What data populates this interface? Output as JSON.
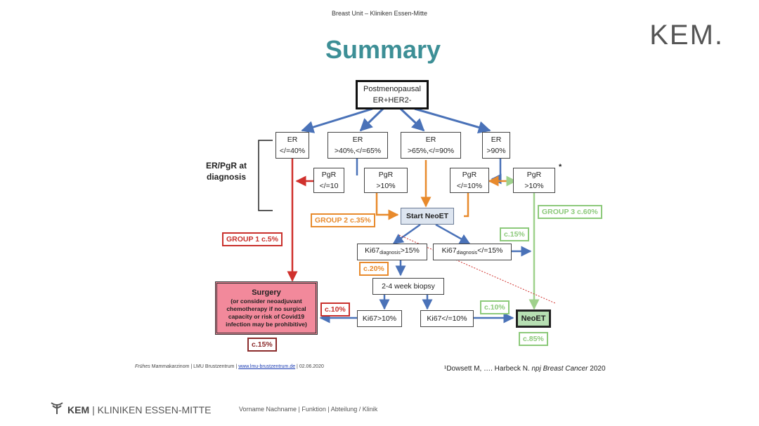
{
  "header": {
    "text": "Breast Unit – Kliniken Essen-Mitte"
  },
  "title": "Summary",
  "brand": "KEM.",
  "side_label": "ER/PgR at diagnosis",
  "nodes": {
    "root": [
      "Postmenopausal",
      "ER+HER2-"
    ],
    "er1": [
      "ER",
      "</=40%"
    ],
    "er2": [
      "ER",
      ">40%,</=65%"
    ],
    "er3": [
      "ER",
      ">65%,</=90%"
    ],
    "er4": [
      "ER",
      ">90%"
    ],
    "pgr1": [
      "PgR",
      "</=10"
    ],
    "pgr2": [
      "PgR",
      ">10%"
    ],
    "pgr3": [
      "PgR",
      "</=10%"
    ],
    "pgr4": [
      "PgR",
      ">10%"
    ],
    "start": "Start NeoET",
    "ki_high_prefix": "Ki67",
    "ki_high_sub": "diagnosis",
    "ki_high_suffix": ">15%",
    "ki_low_prefix": "Ki67",
    "ki_low_sub": "diagnosis",
    "ki_low_suffix": "</=15%",
    "biopsy": "2-4 week biopsy",
    "ki_gt10": "Ki67>10%",
    "ki_le10": "Ki67</=10%",
    "neoet": "NeoET",
    "surgery_title": "Surgery",
    "surgery_note": "(or consider neoadjuvant chemotherapy if no surgical capacity or risk of Covid19 infection may be prohibitive)"
  },
  "labels": {
    "group1": "GROUP 1 c.5%",
    "group2": "GROUP 2 c.35%",
    "group3": "GROUP 3 c.60%",
    "c15_top": "c.15%",
    "c20": "c.20%",
    "c10_left": "c.10%",
    "c10_right": "c.10%",
    "c85": "c.85%",
    "c15_bottom": "c.15%",
    "star": "*"
  },
  "footer": {
    "left_italic": "Frühes",
    "left_text": " Mammakarzinom | LMU Brustzentrum | ",
    "left_link": "www.lmu-brustzentrum.de",
    "left_date": " | 02.06.2020",
    "right_text": "¹Dowsett M, …. Harbeck N. ",
    "right_journal": "npj Breast Cancer",
    "right_year": " 2020"
  },
  "bottom": {
    "logo_kem": "KEM",
    "logo_rest": "| KLINIKEN ESSEN-MITTE",
    "info": "Vorname Nachname | Funktion | Abteilung / Klinik"
  },
  "colors": {
    "blue_arrow": "#4a72b8",
    "red_arrow": "#d0312d",
    "orange_arrow": "#e88a2c",
    "green_arrow": "#9fd18c",
    "title": "#3d8f96"
  }
}
